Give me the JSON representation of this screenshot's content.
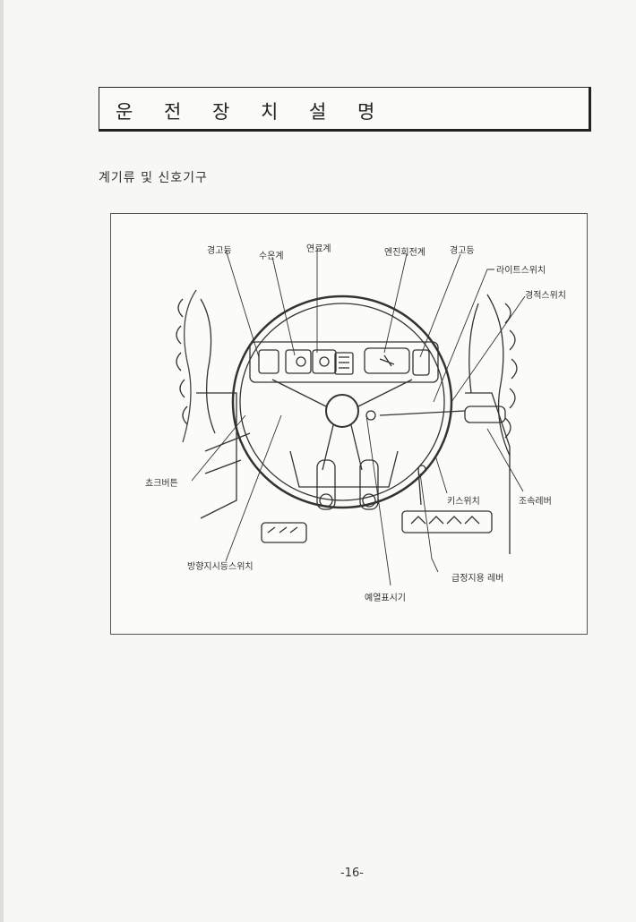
{
  "header": {
    "title": "운 전 장 치 설 명"
  },
  "section": {
    "title": "계기류 및 신호기구"
  },
  "figure": {
    "callouts": {
      "warning_lamp_left": "경고등",
      "water_temp_gauge": "수온계",
      "fuel_gauge": "연료계",
      "engine_tachometer": "엔진회전계",
      "warning_lamp_right": "경고등",
      "light_switch": "라이트스위치",
      "horn_switch": "경적스위치",
      "choke_button": "쵸크버튼",
      "key_switch": "키스위치",
      "throttle_lever": "조속레버",
      "turn_signal_switch": "방향지시등스위치",
      "emergency_brake_lever": "급정지용 레버",
      "preheat_indicator": "예열표시기"
    }
  },
  "footer": {
    "page_number": "-16-"
  }
}
